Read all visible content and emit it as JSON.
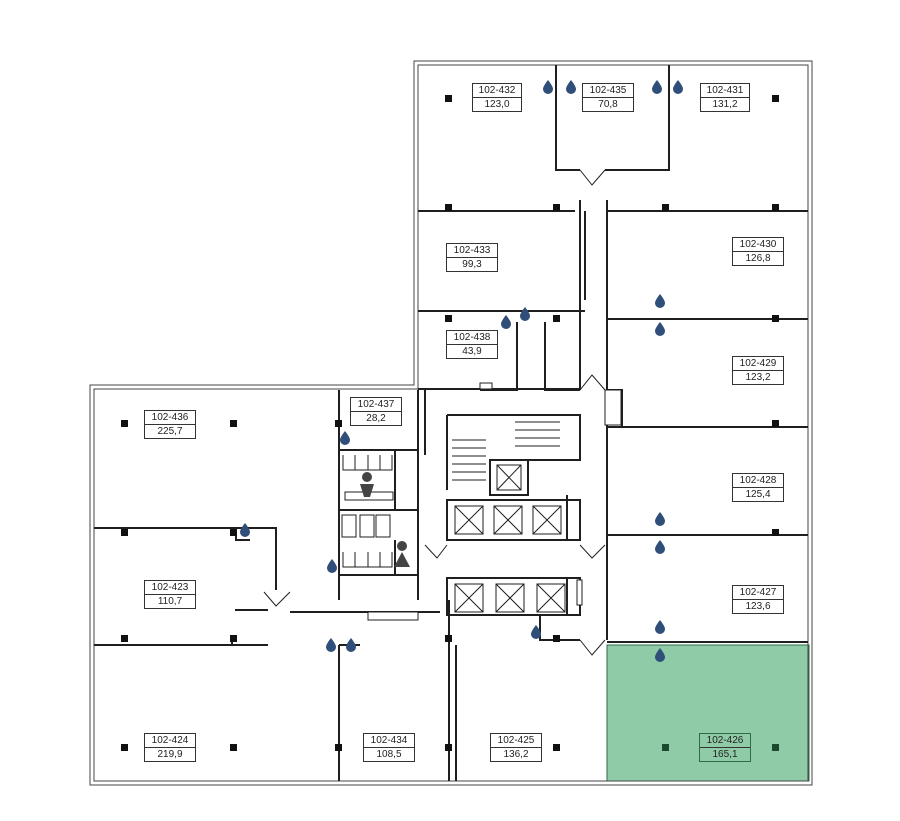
{
  "colors": {
    "wall": "#1f1f1f",
    "highlight": "#8ecba6",
    "drop": "#2f4f7a"
  },
  "rooms": [
    {
      "id": "102-432",
      "area": "123,0"
    },
    {
      "id": "102-435",
      "area": "70,8"
    },
    {
      "id": "102-431",
      "area": "131,2"
    },
    {
      "id": "102-433",
      "area": "99,3"
    },
    {
      "id": "102-430",
      "area": "126,8"
    },
    {
      "id": "102-438",
      "area": "43,9"
    },
    {
      "id": "102-429",
      "area": "123,2"
    },
    {
      "id": "102-436",
      "area": "225,7"
    },
    {
      "id": "102-437",
      "area": "28,2"
    },
    {
      "id": "102-428",
      "area": "125,4"
    },
    {
      "id": "102-423",
      "area": "110,7"
    },
    {
      "id": "102-427",
      "area": "123,6"
    },
    {
      "id": "102-424",
      "area": "219,9"
    },
    {
      "id": "102-434",
      "area": "108,5"
    },
    {
      "id": "102-425",
      "area": "136,2"
    },
    {
      "id": "102-426",
      "area": "165,1",
      "highlighted": true
    }
  ],
  "icons": [
    "water-drop-icon",
    "men-restroom-icon",
    "women-restroom-icon",
    "elevator-icon",
    "stairs-icon",
    "column-icon"
  ]
}
